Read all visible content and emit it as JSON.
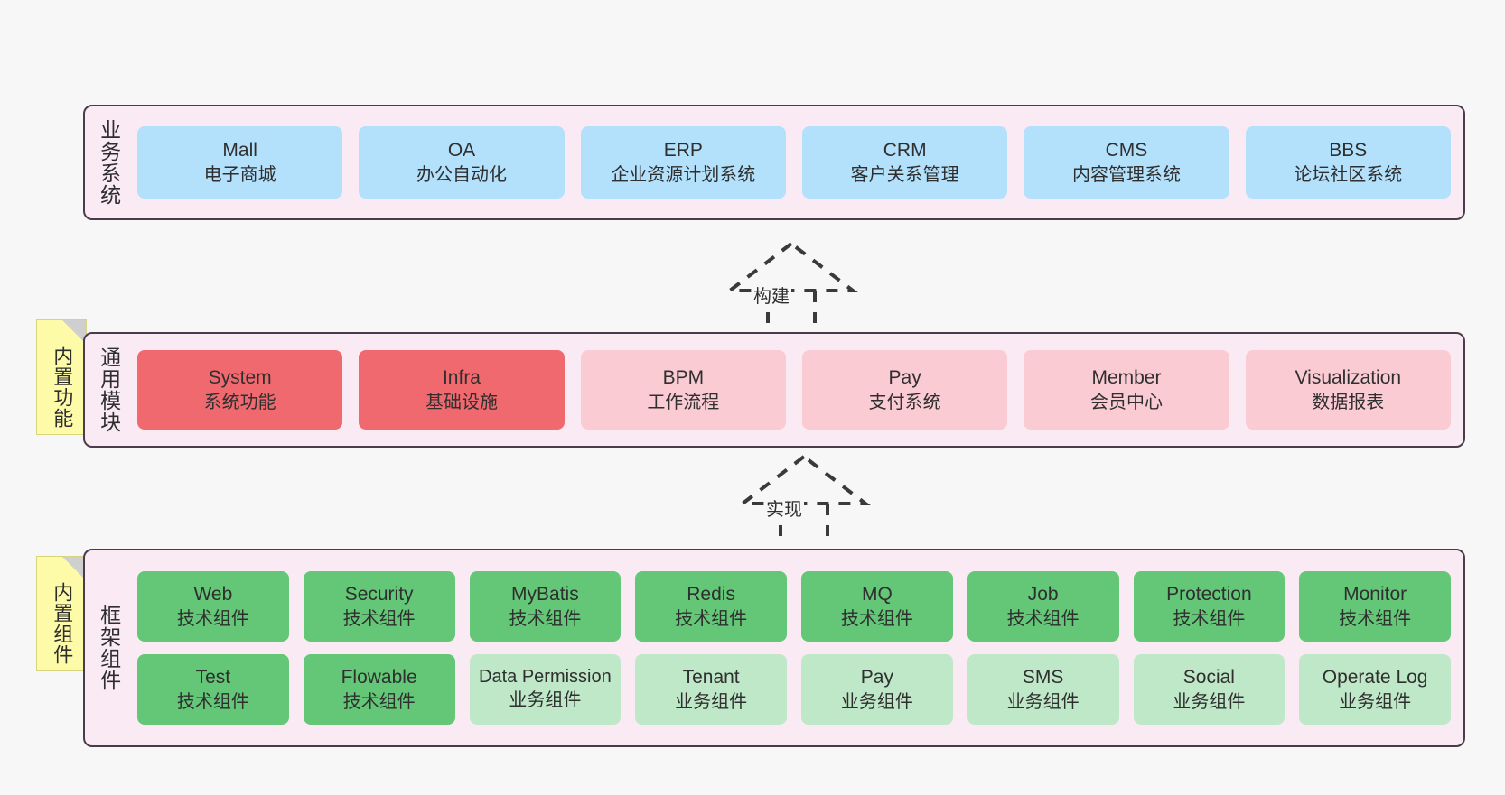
{
  "layers": [
    {
      "id": "business-systems",
      "title": "业务系统",
      "cards": [
        {
          "name": "Mall",
          "desc": "电子商城"
        },
        {
          "name": "OA",
          "desc": "办公自动化"
        },
        {
          "name": "ERP",
          "desc": "企业资源计划系统"
        },
        {
          "name": "CRM",
          "desc": "客户关系管理"
        },
        {
          "name": "CMS",
          "desc": "内容管理系统"
        },
        {
          "name": "BBS",
          "desc": "论坛社区系统"
        }
      ]
    },
    {
      "id": "common-modules",
      "title": "通用模块",
      "note": "内置功能",
      "cards": [
        {
          "name": "System",
          "desc": "系统功能",
          "style": "red"
        },
        {
          "name": "Infra",
          "desc": "基础设施",
          "style": "red"
        },
        {
          "name": "BPM",
          "desc": "工作流程",
          "style": "pink"
        },
        {
          "name": "Pay",
          "desc": "支付系统",
          "style": "pink"
        },
        {
          "name": "Member",
          "desc": "会员中心",
          "style": "pink"
        },
        {
          "name": "Visualization",
          "desc": "数据报表",
          "style": "pink"
        }
      ]
    },
    {
      "id": "framework-components",
      "title": "框架组件",
      "note": "内置组件",
      "row1": [
        {
          "name": "Web",
          "desc": "技术组件"
        },
        {
          "name": "Security",
          "desc": "技术组件"
        },
        {
          "name": "MyBatis",
          "desc": "技术组件"
        },
        {
          "name": "Redis",
          "desc": "技术组件"
        },
        {
          "name": "MQ",
          "desc": "技术组件"
        },
        {
          "name": "Job",
          "desc": "技术组件"
        },
        {
          "name": "Protection",
          "desc": "技术组件"
        },
        {
          "name": "Monitor",
          "desc": "技术组件"
        }
      ],
      "row2": [
        {
          "name": "Test",
          "desc": "技术组件",
          "style": "green"
        },
        {
          "name": "Flowable",
          "desc": "技术组件",
          "style": "green"
        },
        {
          "name": "Data Permission",
          "desc": "业务组件",
          "style": "lgreen"
        },
        {
          "name": "Tenant",
          "desc": "业务组件",
          "style": "lgreen"
        },
        {
          "name": "Pay",
          "desc": "业务组件",
          "style": "lgreen"
        },
        {
          "name": "SMS",
          "desc": "业务组件",
          "style": "lgreen"
        },
        {
          "name": "Social",
          "desc": "业务组件",
          "style": "lgreen"
        },
        {
          "name": "Operate Log",
          "desc": "业务组件",
          "style": "lgreen"
        }
      ]
    }
  ],
  "connectors": [
    {
      "id": "build",
      "label": "构建"
    },
    {
      "id": "implement",
      "label": "实现"
    }
  ],
  "colors": {
    "layer_bg": "#f9eaf4",
    "layer_border": "#4a3c4a",
    "blue": "#b3e0fb",
    "red": "#f0696e",
    "pink": "#fbcbd4",
    "green": "#63c777",
    "light_green": "#bfe8c8",
    "note_bg": "#fdfaa8",
    "canvas": "#f7f7f7"
  }
}
